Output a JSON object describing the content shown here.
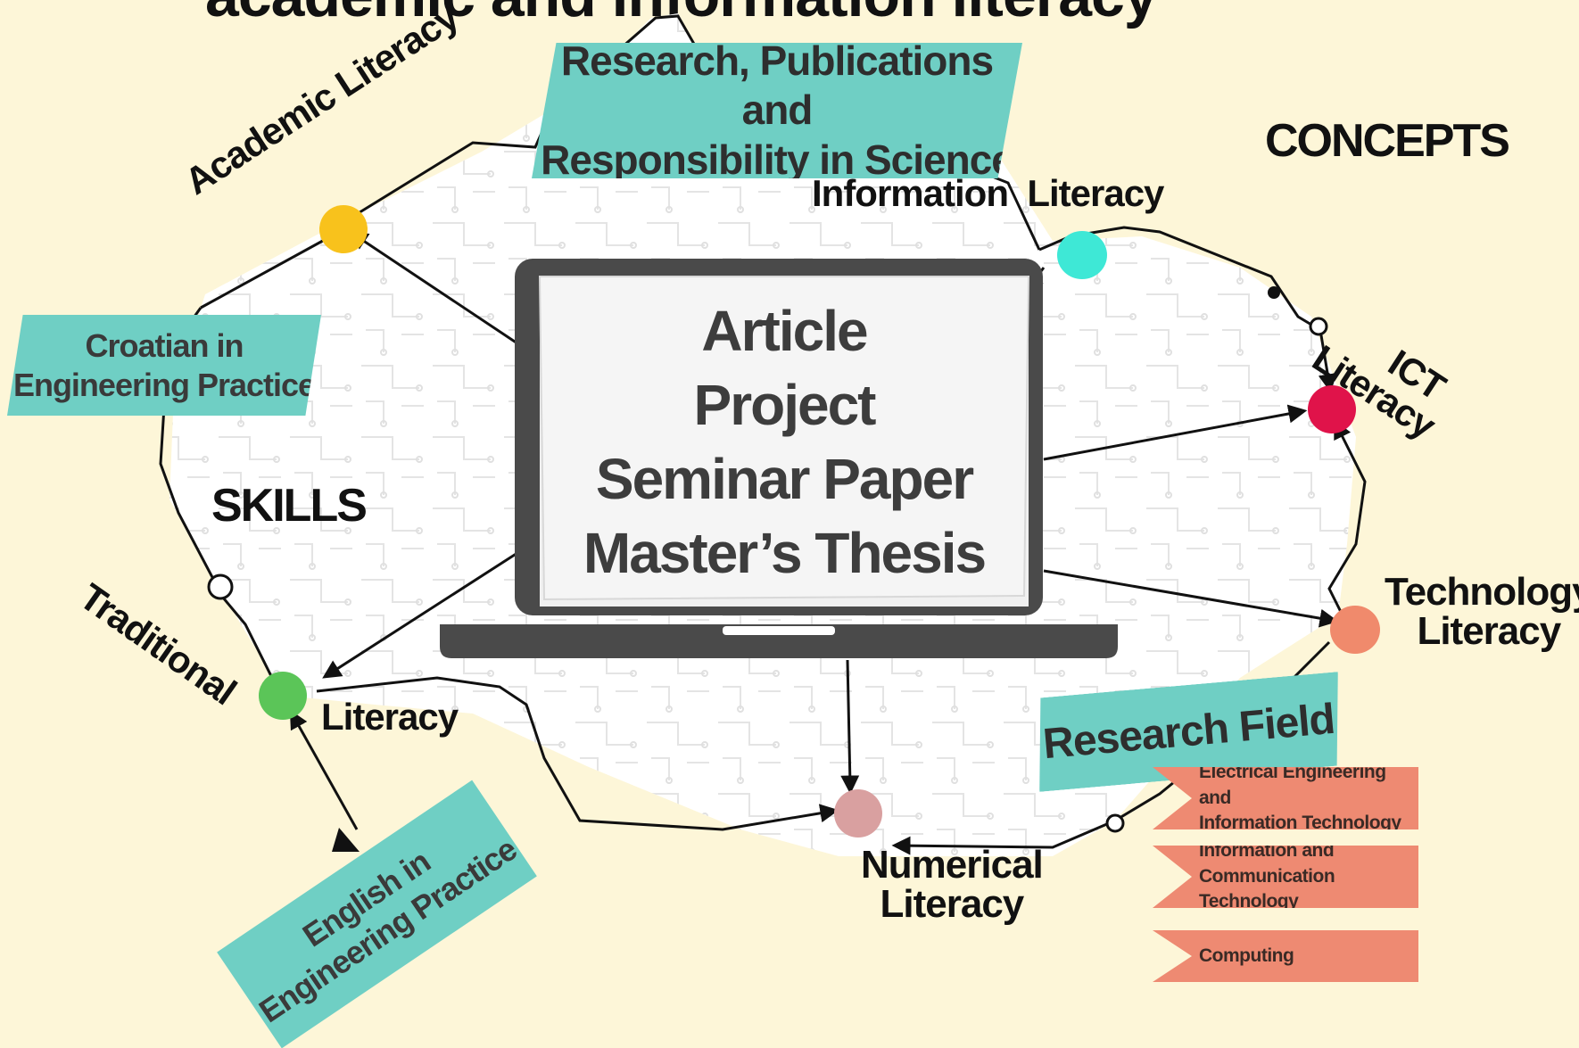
{
  "title_partial": "academic and information literacy",
  "screen": {
    "lines": [
      "Article",
      "Project",
      "Seminar Paper",
      "Master’s Thesis"
    ]
  },
  "headings": {
    "concepts": "CONCEPTS",
    "skills": "SKILLS"
  },
  "boxes": {
    "research_publications": [
      "Research, Publications and",
      "Responsibility in Science"
    ],
    "croatian": [
      "Croatian in",
      "Engineering Practice"
    ],
    "english": [
      "English in",
      "Engineering Practice"
    ],
    "research_field": "Research Field"
  },
  "nodes": {
    "academic": "Academic Literacy",
    "information": "Information  Literacy",
    "ict": [
      "ICT",
      "Literacy"
    ],
    "technology": [
      "Technology",
      "Literacy"
    ],
    "numerical": [
      "Numerical",
      "Literacy"
    ],
    "traditional": "Traditional",
    "traditional_literacy": "Literacy"
  },
  "research_fields": [
    [
      "Electrical Engineering and",
      "Information Technology"
    ],
    [
      "Information and",
      "Communication Technology"
    ],
    [
      "Computing"
    ]
  ],
  "colors": {
    "background": "#fdf6d8",
    "teal": "#6fcfc4",
    "salmon": "#ee8a72",
    "laptop": "#4a4a4a",
    "academic_dot": "#f8c21c",
    "information_dot": "#3ee8d6",
    "ict_dot": "#e0134a",
    "technology_dot": "#f08a6c",
    "numerical_dot": "#d9a0a0",
    "traditional_dot": "#5bc558"
  }
}
